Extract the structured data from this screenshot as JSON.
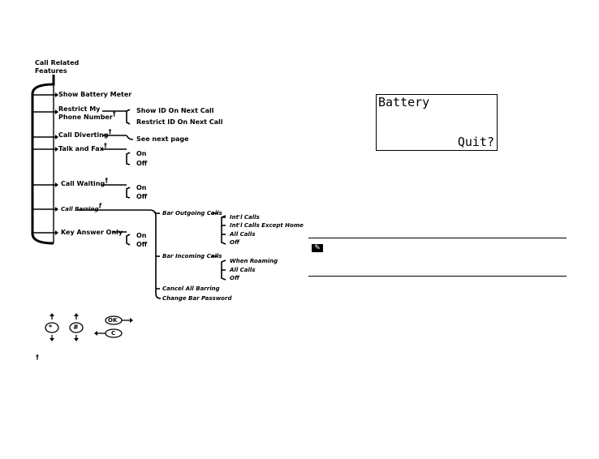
{
  "heading": {
    "line1": "Call Related",
    "line2": "Features"
  },
  "dagger": "†",
  "menu": [
    {
      "label": "Show Battery Meter"
    },
    {
      "label1": "Restrict My",
      "label2": "Phone Number",
      "options": [
        "Show ID On Next Call",
        "Restrict ID On Next Call"
      ]
    },
    {
      "label": "Call Diverting",
      "options": [
        "See next page"
      ]
    },
    {
      "label": "Talk and Fax",
      "options": [
        "On",
        "Off"
      ]
    },
    {
      "label": "Call Waiting",
      "options": [
        "On",
        "Off"
      ]
    },
    {
      "label": "Call Barring"
    },
    {
      "label": "Key Answer Only",
      "options": [
        "On",
        "Off"
      ]
    }
  ],
  "barring": {
    "outgoing": "Bar Outgoing Calls",
    "outgoing_options": [
      "Int'l Calls",
      "Int'l Calls Except Home",
      "All Calls",
      "Off"
    ],
    "incoming": "Bar Incoming Calls",
    "incoming_options": [
      "When Roaming",
      "All Calls",
      "Off"
    ],
    "cancel": "Cancel All Barring",
    "change": "Change Bar Password"
  },
  "keys": {
    "star": "*",
    "hash": "#",
    "ok": "OK",
    "c": "C"
  },
  "lcd": {
    "title": "Battery",
    "prompt": "Quit?"
  },
  "footnote_mark": "†"
}
